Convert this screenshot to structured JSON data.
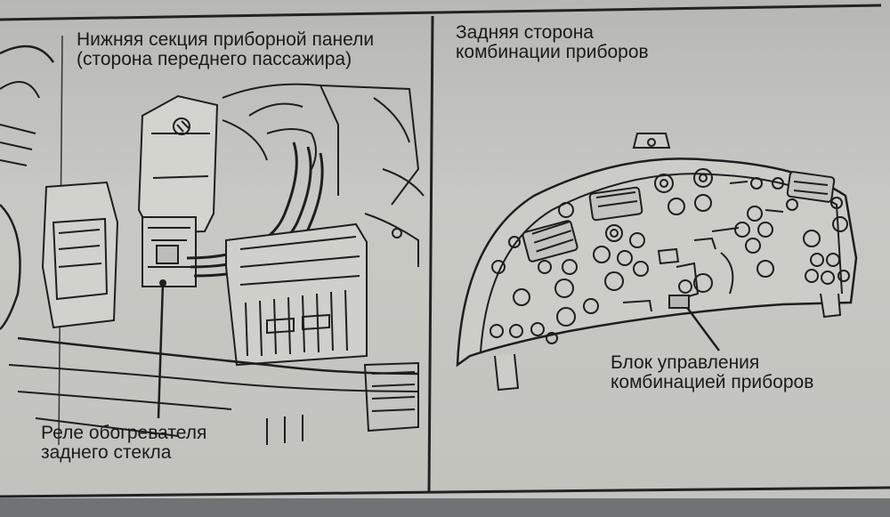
{
  "left_panel": {
    "title_line1": "Нижняя секция приборной панели",
    "title_line2": "(сторона переднего пассажира)",
    "callout_line1": "Реле обогревателя",
    "callout_line2": "заднего стекла"
  },
  "right_panel": {
    "title_line1": "Задняя сторона",
    "title_line2": "комбинации приборов",
    "callout_line1": "Блок управления",
    "callout_line2": "комбинацией приборов"
  },
  "colors": {
    "paper": "#c4c4bf",
    "ink": "#1a1a1a"
  }
}
